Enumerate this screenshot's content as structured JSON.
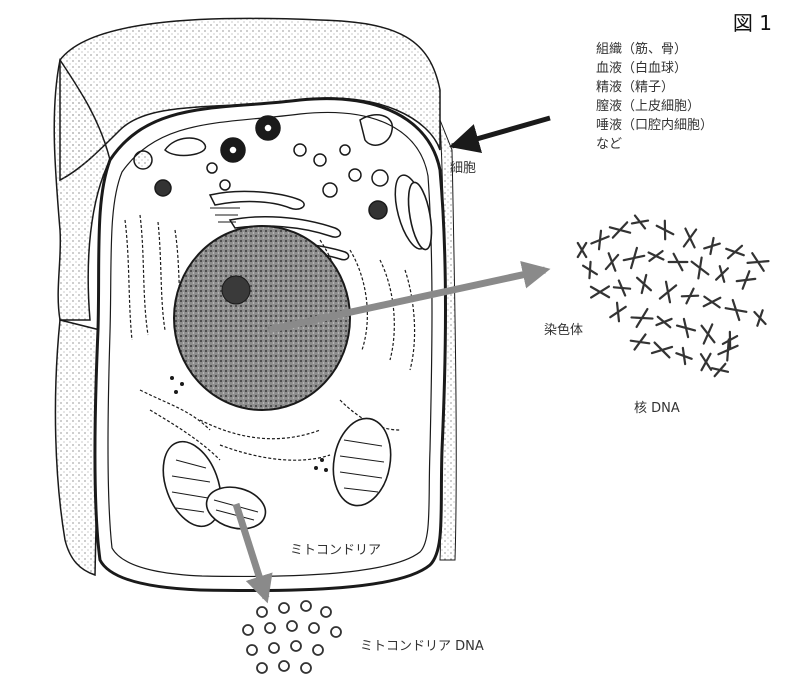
{
  "figure_tag": "図 1",
  "sources": [
    "組織（筋、骨）",
    "血液（白血球）",
    "精液（精子）",
    "膣液（上皮細胞）",
    "唾液（口腔内細胞）",
    "など"
  ],
  "labels": {
    "cell": "細胞",
    "chromosome": "染色体",
    "nuclear_dna": "核 DNA",
    "mitochondria": "ミトコンドリア",
    "mito_dna": "ミトコンドリア DNA"
  },
  "colors": {
    "ink": "#1a1a1a",
    "arrow_gray": "#8a8a8a",
    "nucleus_fill": "#6b6b6b",
    "background": "#ffffff"
  }
}
